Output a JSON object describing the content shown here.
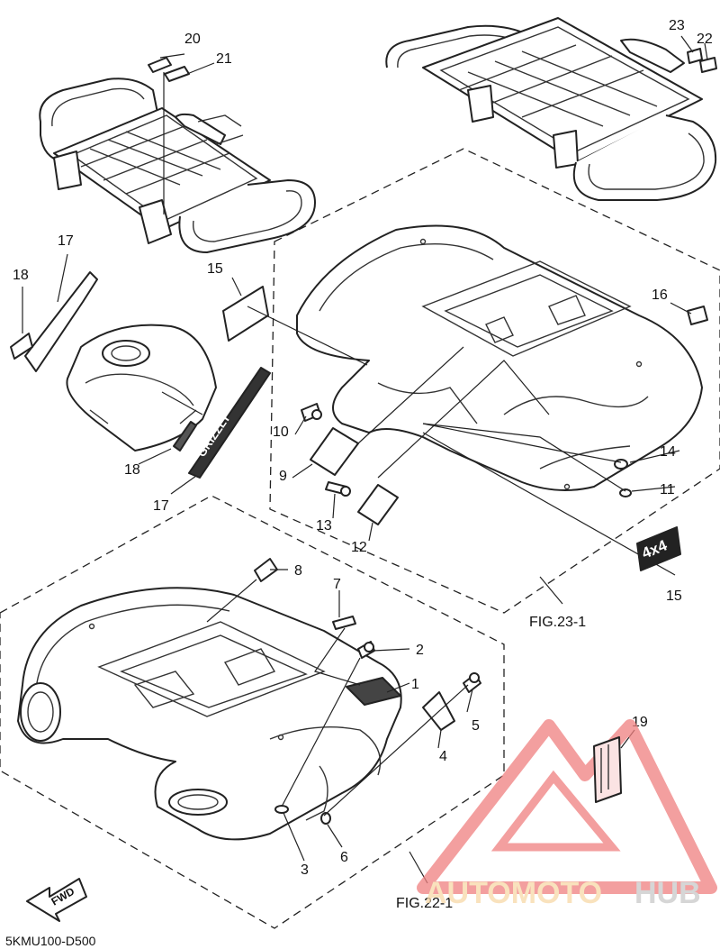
{
  "diagram_code": "5KMU100-D500",
  "fig_refs": {
    "top": "FIG.23-1",
    "bottom": "FIG.22-1"
  },
  "fwd_label": "FWD",
  "watermark": {
    "part1": "AUTOMOTO",
    "part2": "HUB"
  },
  "decal_text": {
    "grizzly": "GRIZZLY",
    "badge": "4x4"
  },
  "callouts": {
    "c1": "1",
    "c2": "2",
    "c3": "3",
    "c4": "4",
    "c5": "5",
    "c6": "6",
    "c7": "7",
    "c8": "8",
    "c9": "9",
    "c10": "10",
    "c11": "11",
    "c12": "12",
    "c13": "13",
    "c14": "14",
    "c15a": "15",
    "c15b": "15",
    "c16": "16",
    "c17a": "17",
    "c17b": "17",
    "c18a": "18",
    "c18b": "18",
    "c19": "19",
    "c20": "20",
    "c21": "21",
    "c22": "22",
    "c23": "23"
  },
  "colors": {
    "line": "#222222",
    "watermark_red": "#f08080",
    "watermark_orange": "#f7d9a8",
    "watermark_gray": "#c9c9c9"
  }
}
